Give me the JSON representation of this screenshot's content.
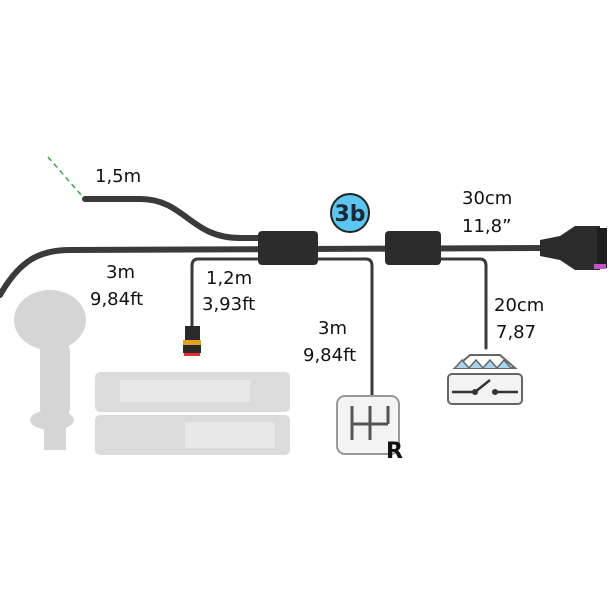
{
  "badge": {
    "label": "3b",
    "color": "#5cc6ee"
  },
  "labels": {
    "top_cable": "1,5m",
    "output": [
      "30cm",
      "11,8”"
    ],
    "main_cable": [
      "3m",
      "9,84ft"
    ],
    "branch_connector": [
      "1,2m",
      "3,93ft"
    ],
    "branch_gear": [
      "3m",
      "9,84ft"
    ],
    "branch_sprayer": [
      "20cm",
      "7,87"
    ]
  },
  "icons": {
    "gear": "gear-shift-reverse-icon",
    "sprayer": "sprayer-switch-icon",
    "joystick": "joystick-icon",
    "panel": "control-panel-icon",
    "plug": "plug-connector-icon"
  },
  "gear_icon_letter": "R"
}
